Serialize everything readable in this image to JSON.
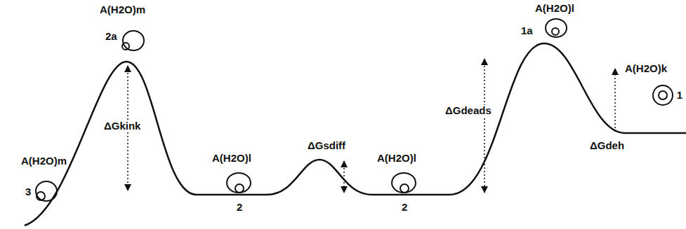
{
  "diagram": {
    "labels": [
      "A(H2O)m",
      "3",
      "A(H2O)m",
      "2a",
      "ΔGkink",
      "A(H2O)l",
      "2",
      "ΔGsdiff",
      "A(H2O)l",
      "2",
      "ΔGdeads",
      "A(H2O)l",
      "1a",
      "ΔGdeh",
      "A(H2O)k",
      "1"
    ]
  }
}
